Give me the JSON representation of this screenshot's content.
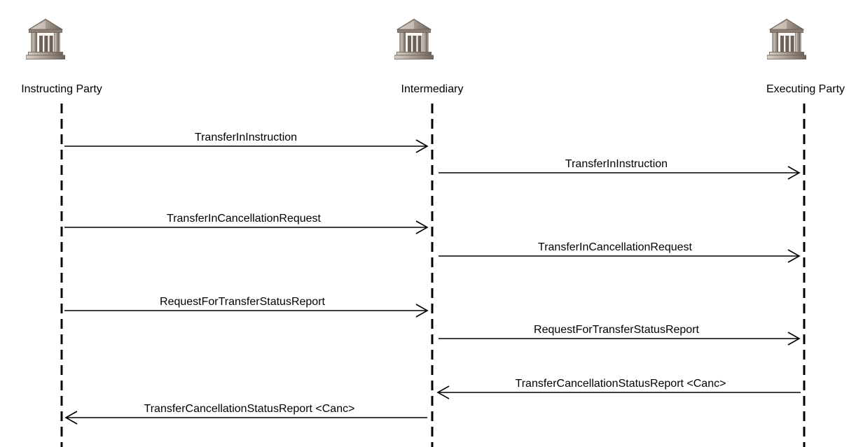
{
  "participants": [
    {
      "id": "instructing",
      "label": "Instructing Party",
      "icon": "bank-building-icon"
    },
    {
      "id": "intermediary",
      "label": "Intermediary",
      "icon": "bank-building-icon"
    },
    {
      "id": "executing",
      "label": "Executing Party",
      "icon": "bank-building-icon"
    }
  ],
  "messages": [
    {
      "label": "TransferInInstruction",
      "from": "instructing",
      "to": "intermediary"
    },
    {
      "label": "TransferInInstruction",
      "from": "intermediary",
      "to": "executing"
    },
    {
      "label": "TransferInCancellationRequest",
      "from": "instructing",
      "to": "intermediary"
    },
    {
      "label": "TransferInCancellationRequest",
      "from": "intermediary",
      "to": "executing"
    },
    {
      "label": "RequestForTransferStatusReport",
      "from": "instructing",
      "to": "intermediary"
    },
    {
      "label": "RequestForTransferStatusReport",
      "from": "intermediary",
      "to": "executing"
    },
    {
      "label": "TransferCancellationStatusReport <Canc>",
      "from": "executing",
      "to": "intermediary"
    },
    {
      "label": "TransferCancellationStatusReport <Canc>",
      "from": "intermediary",
      "to": "instructing"
    }
  ],
  "colors": {
    "icon_dark": "#6d6259",
    "icon_mid": "#a89c92",
    "icon_light": "#d8d0c8",
    "line": "#000000"
  }
}
